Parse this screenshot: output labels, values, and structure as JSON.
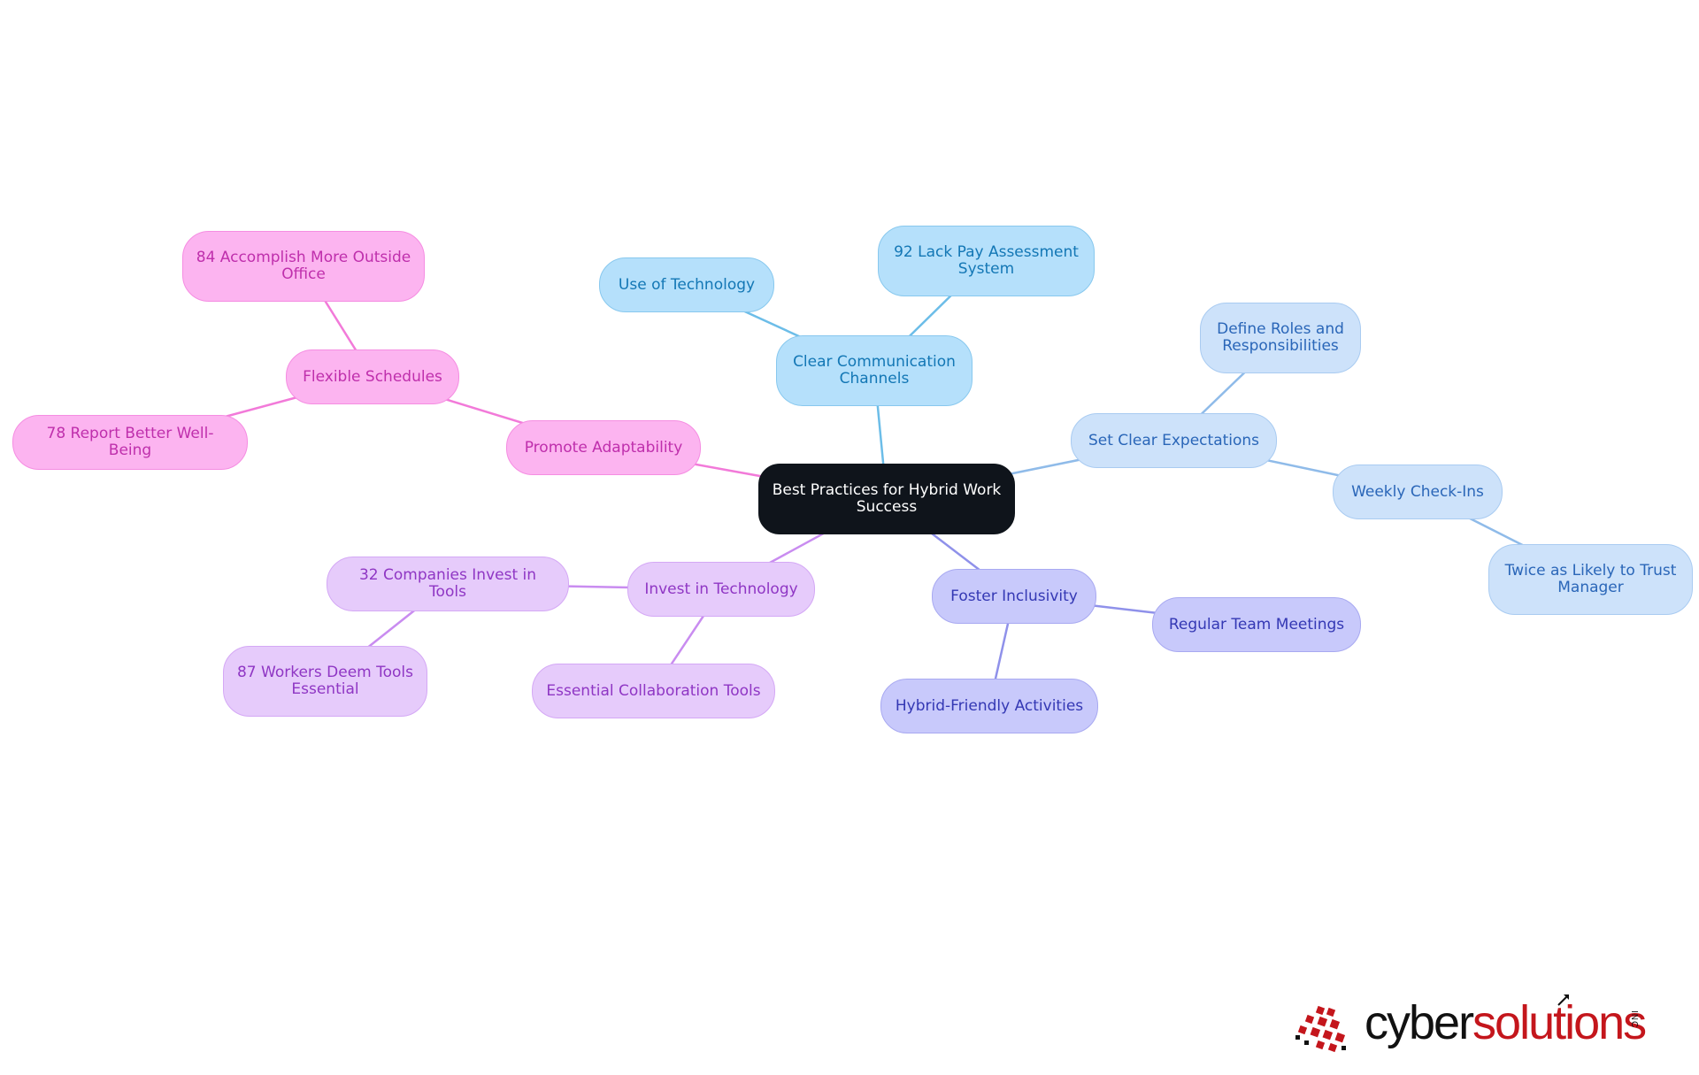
{
  "mindmap": {
    "root": {
      "label": "Best Practices for Hybrid Work\nSuccess"
    },
    "branches": [
      {
        "id": "adaptability",
        "color": "pink",
        "label": "Promote Adaptability",
        "children": [
          {
            "label": "Flexible Schedules",
            "children": [
              {
                "label": "84 Accomplish More Outside\nOffice"
              },
              {
                "label": "78 Report Better Well-Being"
              }
            ]
          }
        ]
      },
      {
        "id": "technology",
        "color": "violet",
        "label": "Invest in Technology",
        "children": [
          {
            "label": "32 Companies Invest in Tools",
            "children": [
              {
                "label": "87 Workers Deem Tools\nEssential"
              }
            ]
          },
          {
            "label": "Essential Collaboration Tools"
          }
        ]
      },
      {
        "id": "inclusivity",
        "color": "indigo",
        "label": "Foster Inclusivity",
        "children": [
          {
            "label": "Regular Team Meetings"
          },
          {
            "label": "Hybrid-Friendly Activities"
          }
        ]
      },
      {
        "id": "communication",
        "color": "sky",
        "label": "Clear Communication\nChannels",
        "children": [
          {
            "label": "Use of Technology"
          },
          {
            "label": "92 Lack Pay Assessment\nSystem"
          }
        ]
      },
      {
        "id": "expectations",
        "color": "blue",
        "label": "Set Clear Expectations",
        "children": [
          {
            "label": "Define Roles and\nResponsibilities"
          },
          {
            "label": "Weekly Check-Ins",
            "children": [
              {
                "label": "Twice as Likely to Trust\nManager"
              }
            ]
          }
        ]
      }
    ]
  },
  "colors": {
    "pink_line": "#f27ad9",
    "violet_line": "#c98cf0",
    "indigo_line": "#8f91ea",
    "sky_line": "#6cbde8",
    "blue_line": "#8fbbe9",
    "root_fill": "#0f141b",
    "logo_red": "#c4161c"
  },
  "logo": {
    "cyber": "cyber",
    "solutions": "solutions",
    "inc": "INC"
  }
}
